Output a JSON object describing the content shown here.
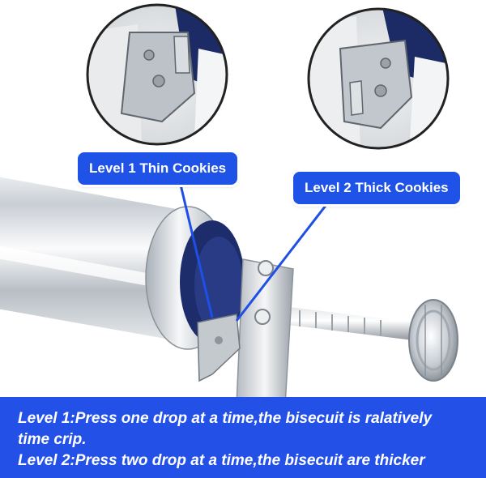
{
  "callouts": {
    "level1": "Level 1 Thin Cookies",
    "level2": "Level 2 Thick Cookies"
  },
  "caption": {
    "line1": "Level 1:Press one drop at a time,the bisecuit is ralatively",
    "line2": "time crip.",
    "line3": "Level 2:Press two drop at a time,the bisecuit are thicker"
  },
  "colors": {
    "callout_bg": "#1f52e6",
    "caption_bg": "#2351e8",
    "pointer_line": "#1e4fe6"
  }
}
